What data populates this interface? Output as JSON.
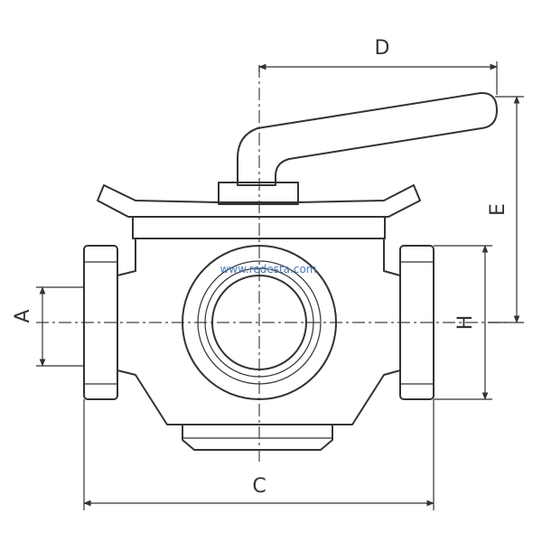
{
  "dimensions": {
    "A": "A",
    "C": "C",
    "D": "D",
    "E": "E",
    "H": "H"
  },
  "watermark": "www.redesta.com",
  "colors": {
    "line": "#333333",
    "watermark": "#4a78b8",
    "background": "#ffffff"
  }
}
